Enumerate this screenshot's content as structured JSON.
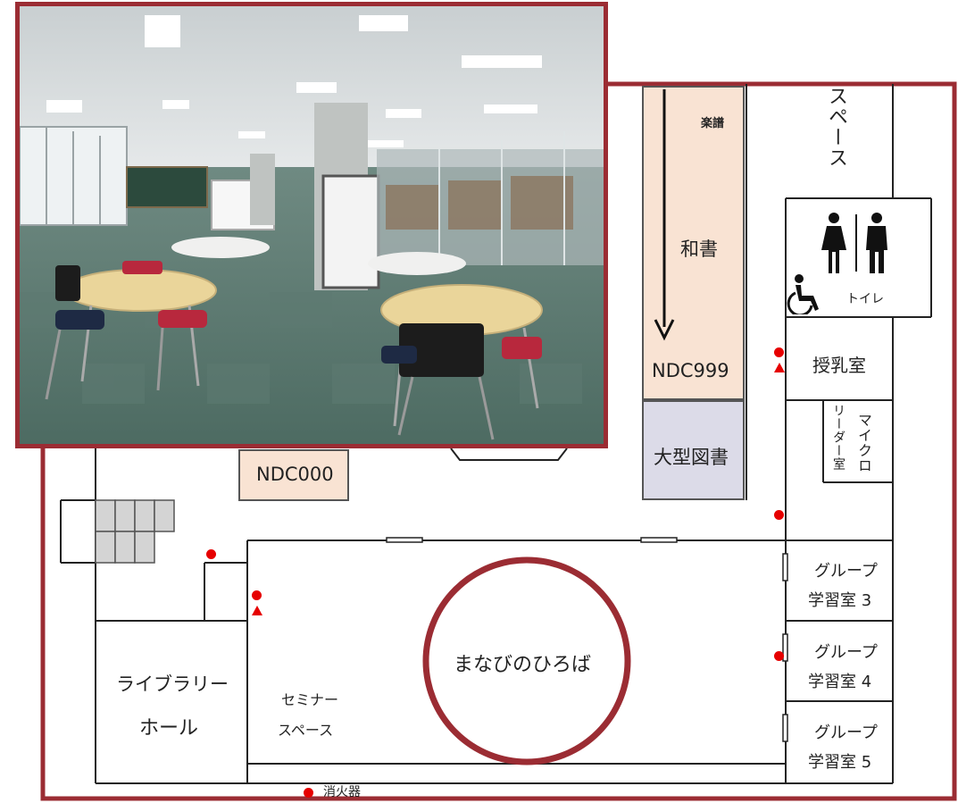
{
  "labels": {
    "gakufu": "楽譜",
    "washo": "和書",
    "ndc999": "NDC999",
    "oogata": "大型図書",
    "ndc000": "NDC000",
    "space_top": "スペース",
    "toilet": "トイレ",
    "junyu": "授乳室",
    "micro_a": "マイクロ",
    "micro_b": "リーダー室",
    "group3_a": "グループ",
    "group3_b": "学習室 3",
    "group4_a": "グループ",
    "group4_b": "学習室 4",
    "group5_a": "グループ",
    "group5_b": "学習室 5",
    "manabi": "まなびのひろば",
    "library_hall_a": "ライブラリー",
    "library_hall_b": "ホール",
    "seminar_a": "セミナー",
    "seminar_b": "スペース",
    "extinguisher": "消火器"
  },
  "colors": {
    "accent": "#9b2c33",
    "peach": "#f9e3d3",
    "lavender": "#dcdbe8",
    "marker_red": "#e60000"
  },
  "icons": [
    "restroom-icon",
    "wheelchair-icon",
    "fire-extinguisher-dot",
    "emergency-triangle"
  ]
}
